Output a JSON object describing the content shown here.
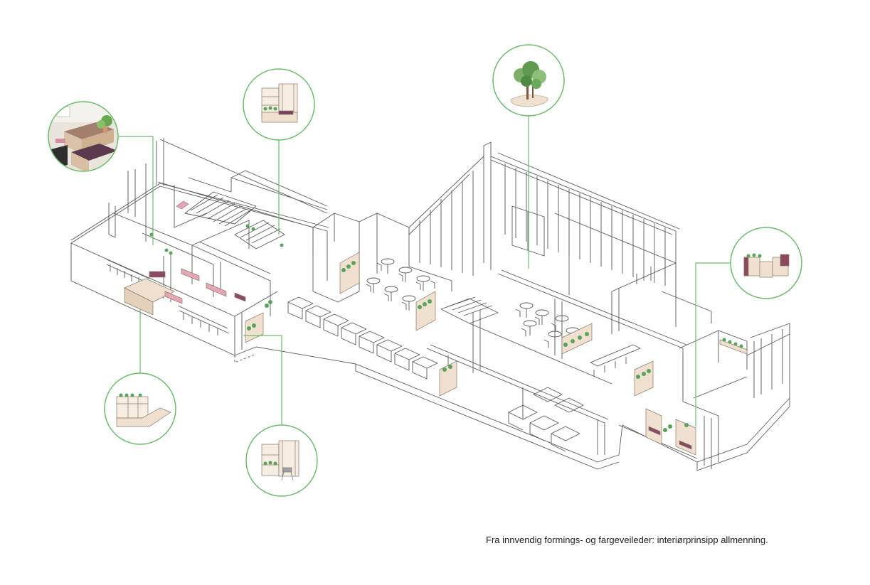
{
  "caption": "Fra innvendig formings- og fargeveileder: interiørprinsipp allmenning.",
  "colors": {
    "line": "#5a5a5a",
    "callout": "#6dbb6d",
    "wood": "#efe0cf",
    "wood_dark": "#dcc7ad",
    "accent_pink": "#d98aa0",
    "accent_purple": "#6e3a55",
    "plant": "#5aa35a",
    "background": "#ffffff"
  },
  "callouts": [
    {
      "id": "photo-lounge",
      "icon": "lounge-photo"
    },
    {
      "id": "shelf-bench",
      "icon": "shelf-bench-module"
    },
    {
      "id": "tree-planter",
      "icon": "tree-planter"
    },
    {
      "id": "booth-seating",
      "icon": "booth-module"
    },
    {
      "id": "corner-sofa",
      "icon": "corner-sofa-module"
    },
    {
      "id": "plant-frame-chair",
      "icon": "plant-frame-module"
    }
  ]
}
